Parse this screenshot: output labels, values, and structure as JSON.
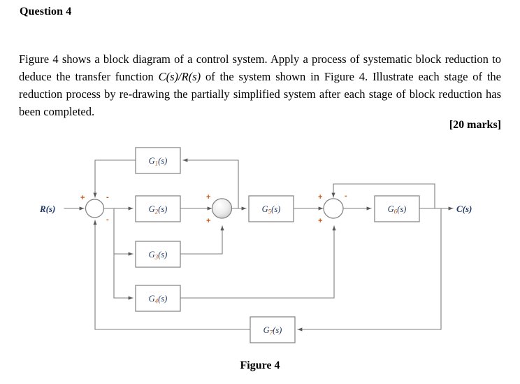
{
  "question": {
    "title": "Question 4",
    "paragraph_parts": [
      "Figure 4 shows a block diagram of a control system. Apply a process of systematic block reduction to deduce the transfer function ",
      "C(s)/R(s)",
      " of the system shown in Figure 4. Illustrate each stage of the reduction process by re-drawing the partially simplified system after each stage of block reduction has been completed."
    ],
    "marks": "[20 marks]"
  },
  "figure": {
    "caption": "Figure 4",
    "input_label": "R(s)",
    "output_label": "C(s)",
    "blocks": [
      {
        "id": "g1",
        "base": "G",
        "sub": "1",
        "tail": "(s)",
        "label": "G₁(s)"
      },
      {
        "id": "g2",
        "base": "G",
        "sub": "2",
        "tail": "(s)",
        "label": "G₂(s)"
      },
      {
        "id": "g3",
        "base": "G",
        "sub": "3",
        "tail": "(s)",
        "label": "G₃(s)"
      },
      {
        "id": "g4",
        "base": "G",
        "sub": "4",
        "tail": "(s)",
        "label": "G₄(s)"
      },
      {
        "id": "g5",
        "base": "G",
        "sub": "5",
        "tail": "(s)",
        "label": "G₅(s)"
      },
      {
        "id": "g6",
        "base": "G",
        "sub": "6",
        "tail": "(s)",
        "label": "G₆(s)"
      },
      {
        "id": "g7",
        "base": "G",
        "sub": "7",
        "tail": "(s)",
        "label": "G₇(s)"
      }
    ],
    "summing_junctions": [
      {
        "id": "sum1",
        "signs": {
          "left": "+",
          "top_right": "-",
          "bottom_right": "-"
        }
      },
      {
        "id": "sum2",
        "signs": {
          "top_left": "+",
          "bottom_left": "+"
        }
      },
      {
        "id": "sum3",
        "signs": {
          "left": "+",
          "top_right": "-",
          "bottom_left": "+"
        }
      }
    ],
    "colors": {
      "block_label": "#1f3864",
      "subscript": "#c55a11",
      "sign": "#c55a11",
      "line": "#7f7f7f",
      "block_border": "#808080"
    }
  }
}
